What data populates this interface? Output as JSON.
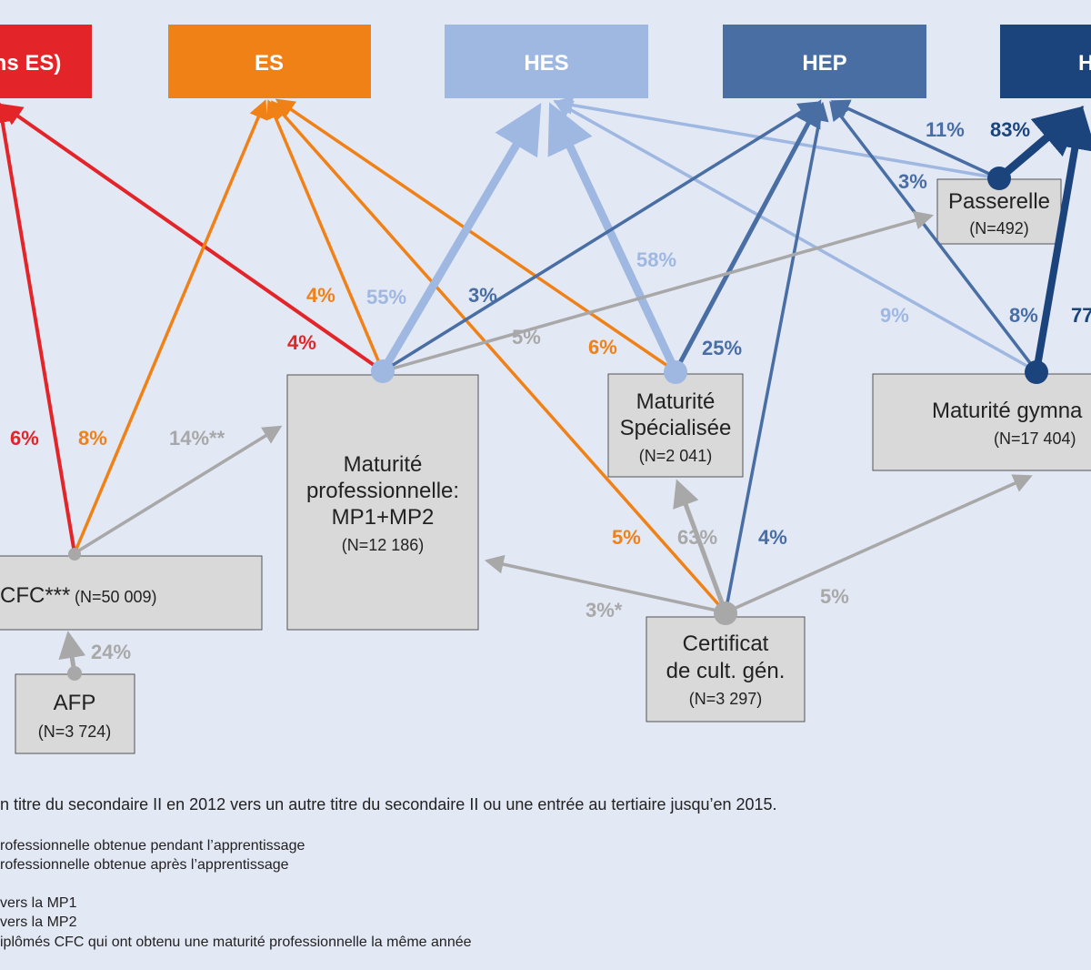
{
  "colors": {
    "red": "#e32428",
    "orange": "#f08117",
    "light_blue": "#9fb8e1",
    "mid_blue": "#486ea4",
    "dark_blue": "#1b447c",
    "gray": "#a8a8a8",
    "box_fill": "#d9d9d9"
  },
  "destinations": {
    "hu": "ns ES)",
    "es": "ES",
    "hes": "HES",
    "hep": "HEP",
    "uni": "H"
  },
  "nodes": {
    "passerelle": {
      "title": "Passerelle",
      "n": "(N=492)"
    },
    "mp": {
      "line1": "Maturité",
      "line2": "professionnelle:",
      "line3": "MP1+MP2",
      "n": "(N=12 186)"
    },
    "ms": {
      "line1": "Maturité",
      "line2": "Spécialisée",
      "n": "(N=2 041)"
    },
    "mg": {
      "title": "Maturité gymna",
      "n": "(N=17 404)"
    },
    "cfc": {
      "title": "CFC***",
      "n": "(N=50 009)"
    },
    "afp": {
      "title": "AFP",
      "n": "(N=3 724)"
    },
    "ccg": {
      "line1": "Certificat",
      "line2": "de cult. gén.",
      "n": "(N=3 297)"
    }
  },
  "percentages": {
    "pass_hep": "11%",
    "pass_uni": "83%",
    "mg_hep_3": "3%",
    "ms_hes": "58%",
    "mp_es": "4%",
    "mp_hes": "55%",
    "mp_hep": "3%",
    "mp_hu": "4%",
    "mp_pass": "5%",
    "ms_es": "6%",
    "ms_hep": "25%",
    "mg_hes": "9%",
    "mg_hep": "8%",
    "mg_uni": "77",
    "cfc_hu": "6%",
    "cfc_es": "8%",
    "cfc_mp": "14%**",
    "ccg_es": "5%",
    "ccg_ms": "63%",
    "ccg_hep": "4%",
    "ccg_mp": "3%*",
    "ccg_mg": "5%",
    "afp_cfc": "24%"
  },
  "notes": {
    "main": "n titre du secondaire II en 2012 vers un autre titre du secondaire II ou une entrée au tertiaire jusqu’en 2015.",
    "n1": "rofessionnelle obtenue pendant l’apprentissage",
    "n2": "rofessionnelle obtenue après l’apprentissage",
    "n3": " vers la MP1",
    "n4": " vers la MP2",
    "n5": "iplômés CFC qui ont obtenu une maturité professionnelle la même année"
  }
}
